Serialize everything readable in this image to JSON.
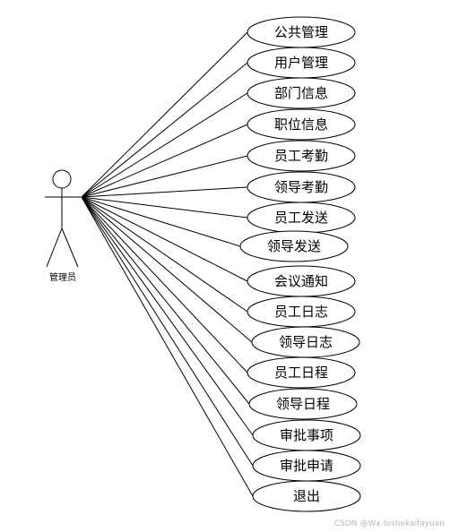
{
  "actor": {
    "label": "管理员"
  },
  "use_cases": [
    "公共管理",
    "用户管理",
    "部门信息",
    "职位信息",
    "员工考勤",
    "领导考勤",
    "员工发送",
    "领导发送",
    "会议通知",
    "员工日志",
    "领导日志",
    "员工日程",
    "领导日程",
    "审批事项",
    "审批申请",
    "退出"
  ],
  "watermark": "CSDN @Wx-bishekaifayuan"
}
